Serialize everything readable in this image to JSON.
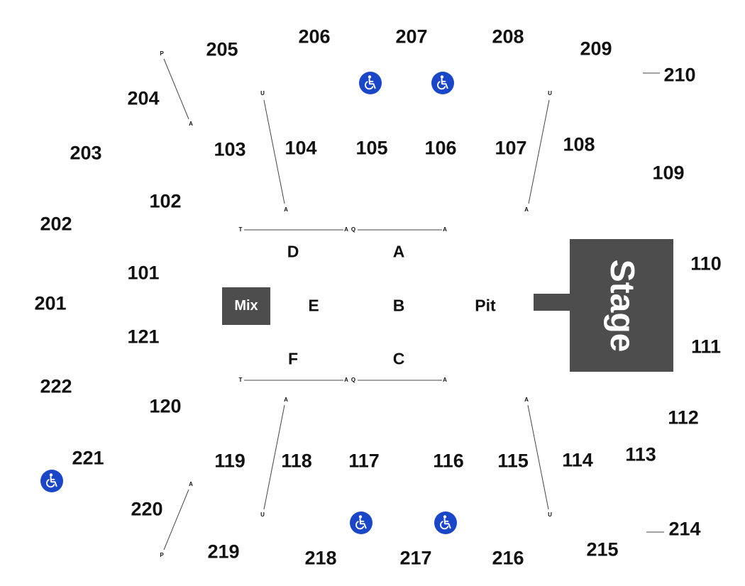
{
  "stage": {
    "label": "Stage"
  },
  "mix": {
    "label": "Mix"
  },
  "pit": {
    "label": "Pit"
  },
  "floor": {
    "A": "A",
    "B": "B",
    "C": "C",
    "D": "D",
    "E": "E",
    "F": "F"
  },
  "sections_100": {
    "s101": "101",
    "s102": "102",
    "s103": "103",
    "s104": "104",
    "s105": "105",
    "s106": "106",
    "s107": "107",
    "s108": "108",
    "s109": "109",
    "s110": "110",
    "s111": "111",
    "s112": "112",
    "s113": "113",
    "s114": "114",
    "s115": "115",
    "s116": "116",
    "s117": "117",
    "s118": "118",
    "s119": "119",
    "s120": "120",
    "s121": "121"
  },
  "sections_200": {
    "s201": "201",
    "s202": "202",
    "s203": "203",
    "s204": "204",
    "s205": "205",
    "s206": "206",
    "s207": "207",
    "s208": "208",
    "s209": "209",
    "s210": "210",
    "s214": "214",
    "s215": "215",
    "s216": "216",
    "s217": "217",
    "s218": "218",
    "s219": "219",
    "s220": "220",
    "s221": "221",
    "s222": "222"
  },
  "row_markers": {
    "P": "P",
    "A": "A",
    "U": "U",
    "T": "T",
    "Q": "Q"
  },
  "icons": {
    "accessible": "wheelchair-icon"
  },
  "colors": {
    "stage": "#4d4d4d",
    "accessible": "#1a47c8",
    "text": "#111111",
    "background": "#ffffff"
  }
}
